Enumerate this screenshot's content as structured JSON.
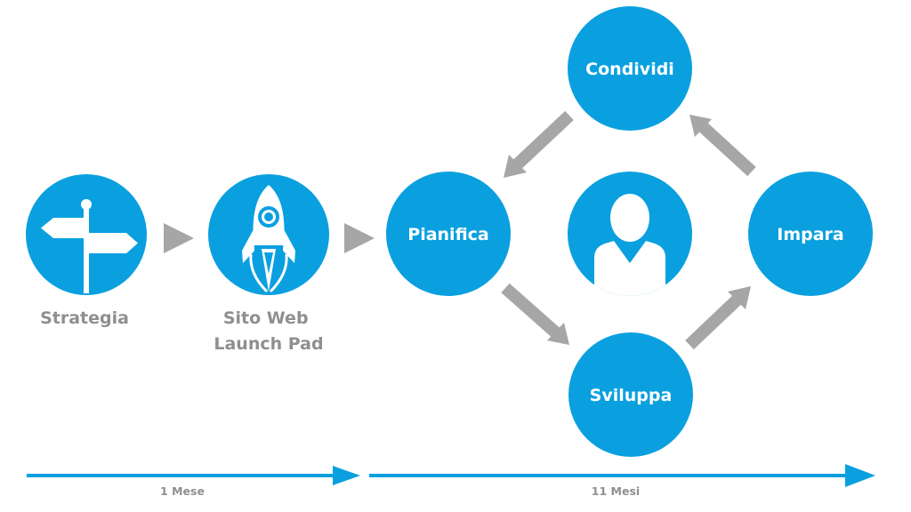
{
  "colors": {
    "primary": "#0aa0e0",
    "arrow": "#a6a6a6",
    "label": "#8f8f8f",
    "white": "#ffffff"
  },
  "steps": [
    {
      "id": "strategy",
      "label": "Strategia",
      "icon": "signpost-icon"
    },
    {
      "id": "launchpad",
      "label_lines": [
        "Sito Web",
        "Launch Pad"
      ],
      "icon": "rocket-icon"
    }
  ],
  "cycle": {
    "center_icon": "user-icon",
    "nodes": {
      "plan": "Pianifica",
      "share": "Condividi",
      "learn": "Impara",
      "develop": "Sviluppa"
    }
  },
  "timeline": [
    {
      "id": "phase-1",
      "label": "1 Mese"
    },
    {
      "id": "phase-2",
      "label": "11  Mesi"
    }
  ]
}
